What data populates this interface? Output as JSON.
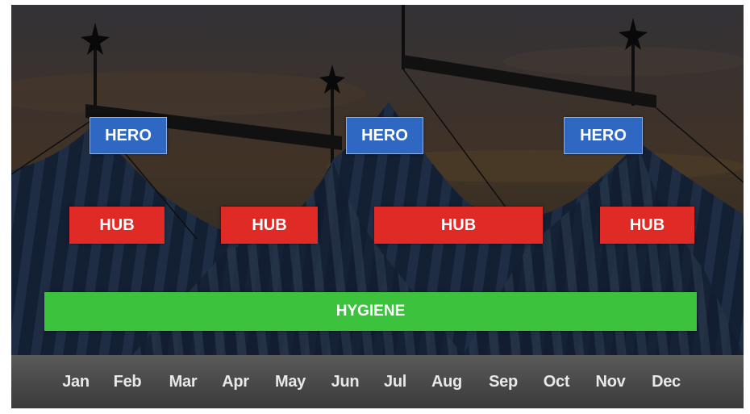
{
  "colors": {
    "hero": "#2f68c2",
    "hub": "#e02a26",
    "hygiene": "#3dc23d",
    "month_bar": "#4a4a4a",
    "month_text": "#e8e8e8"
  },
  "tiers": {
    "hero": {
      "label": "HERO",
      "items": [
        {
          "label": "HERO",
          "months": [
            "Jan",
            "Feb"
          ]
        },
        {
          "label": "HERO",
          "months": [
            "Jun",
            "Jul"
          ]
        },
        {
          "label": "HERO",
          "months": [
            "Nov",
            "Dec"
          ]
        }
      ]
    },
    "hub": {
      "label": "HUB",
      "items": [
        {
          "label": "HUB",
          "months": [
            "Jan",
            "Feb"
          ]
        },
        {
          "label": "HUB",
          "months": [
            "Apr",
            "May"
          ]
        },
        {
          "label": "HUB",
          "months": [
            "Jul",
            "Aug",
            "Sep"
          ]
        },
        {
          "label": "HUB",
          "months": [
            "Nov",
            "Dec"
          ]
        }
      ]
    },
    "hygiene": {
      "label": "HYGIENE",
      "months": [
        "Jan",
        "Feb",
        "Mar",
        "Apr",
        "May",
        "Jun",
        "Jul",
        "Aug",
        "Sep",
        "Oct",
        "Nov",
        "Dec"
      ]
    }
  },
  "months": [
    "Jan",
    "Feb",
    "Mar",
    "Apr",
    "May",
    "Jun",
    "Jul",
    "Aug",
    "Sep",
    "Oct",
    "Nov",
    "Dec"
  ],
  "background": {
    "description_icon": "circus-tent-silhouette"
  }
}
